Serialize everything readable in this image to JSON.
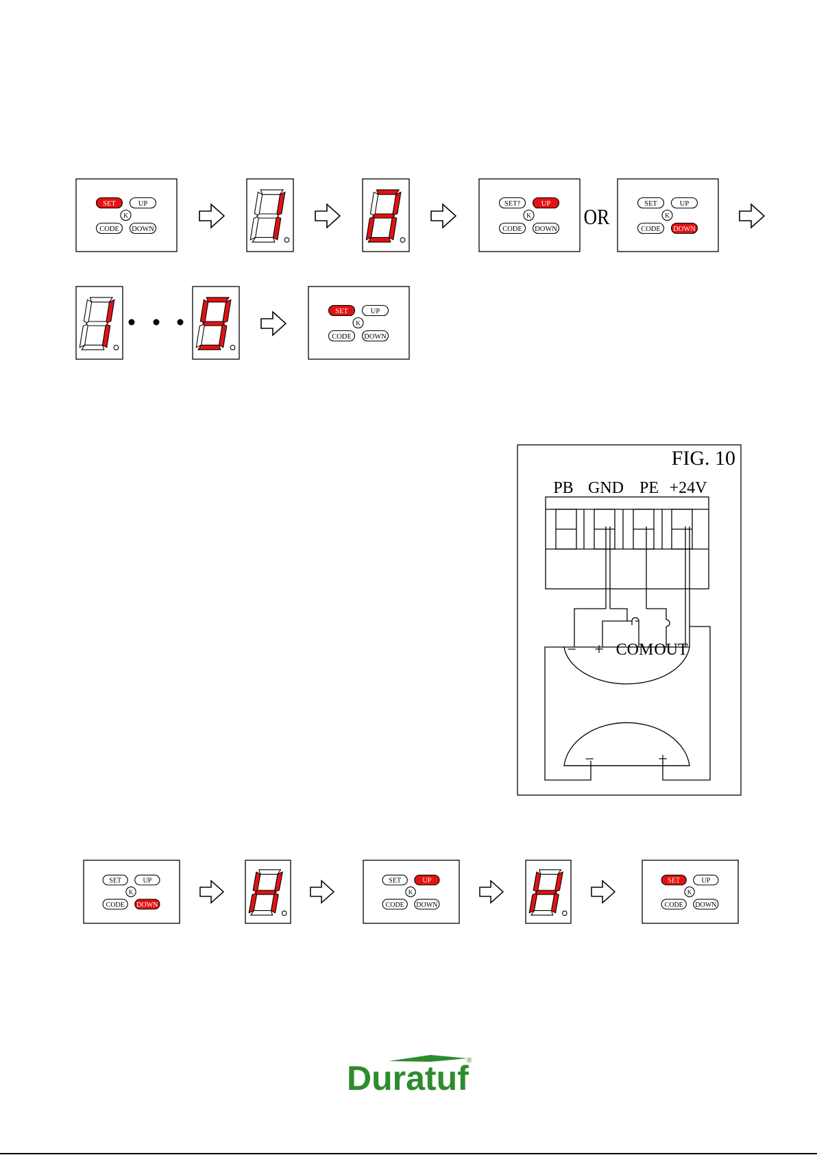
{
  "keypad": {
    "set": "SET",
    "set_alt": "SET?",
    "up": "UP",
    "code": "CODE",
    "down": "DOWN",
    "k": "K"
  },
  "or_label": "OR",
  "fig10": {
    "title": "FIG. 10",
    "terminals": [
      "PB",
      "GND",
      "PE",
      "+24V"
    ],
    "sensor_upper": [
      "−",
      "+",
      "COM",
      "OUT"
    ],
    "sensor_lower": [
      "−",
      "+"
    ]
  },
  "logo": {
    "text": "Duratuf",
    "registered": "®",
    "color": "#2e8b2e"
  },
  "colors": {
    "active": "#e31212",
    "line": "#000000"
  },
  "sequence_1": [
    {
      "kind": "keypad",
      "active": "set",
      "set_label": "set"
    },
    {
      "kind": "digit",
      "segments": "bc",
      "lit": "bc"
    },
    {
      "kind": "digit",
      "segments": "abcdeg",
      "lit": "abcdeg"
    },
    {
      "kind": "keypad",
      "active": "up",
      "set_label": "set_alt"
    },
    {
      "kind": "keypad",
      "active": "down",
      "set_label": "set"
    }
  ],
  "sequence_2": [
    {
      "kind": "digit",
      "lit": "bc"
    },
    {
      "kind": "digit",
      "lit": "abcdfg"
    },
    {
      "kind": "keypad",
      "active": "set"
    }
  ],
  "sequence_3": [
    {
      "kind": "keypad",
      "active": "down"
    },
    {
      "kind": "digit",
      "lit": "bcefg"
    },
    {
      "kind": "keypad",
      "active": "up"
    },
    {
      "kind": "digit",
      "lit": "bcefg"
    },
    {
      "kind": "keypad",
      "active": "set"
    }
  ]
}
